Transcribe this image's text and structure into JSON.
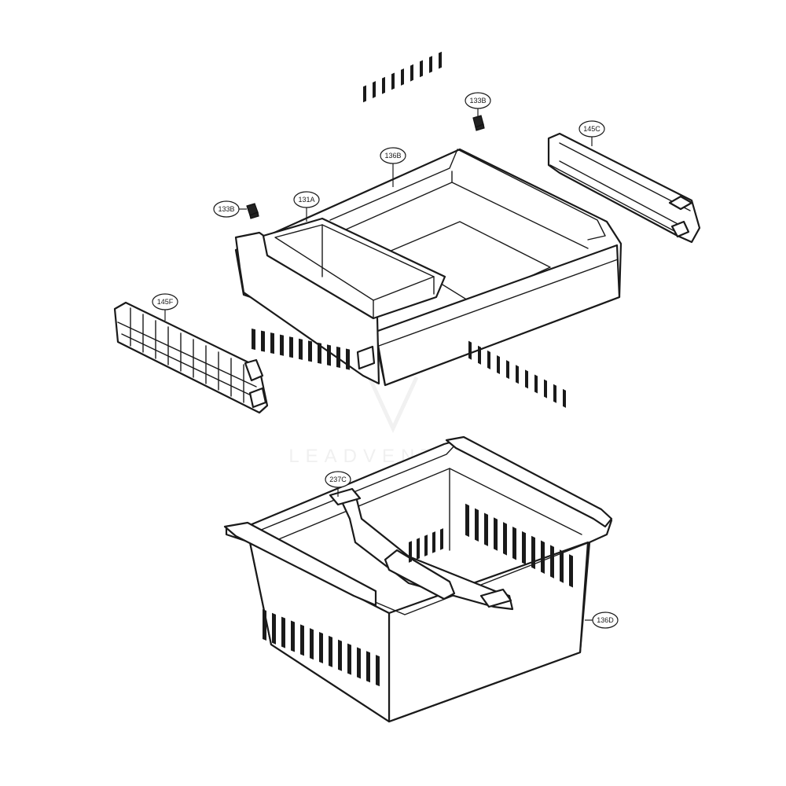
{
  "diagram": {
    "watermark": "LEADVENTURE",
    "callouts": [
      {
        "id": "c-133b-top",
        "label": "133B"
      },
      {
        "id": "c-145c",
        "label": "145C"
      },
      {
        "id": "c-136b",
        "label": "136B"
      },
      {
        "id": "c-131a",
        "label": "131A"
      },
      {
        "id": "c-133b-left",
        "label": "133B"
      },
      {
        "id": "c-145f",
        "label": "145F"
      },
      {
        "id": "c-237c",
        "label": "237C"
      },
      {
        "id": "c-136d",
        "label": "136D"
      }
    ]
  }
}
